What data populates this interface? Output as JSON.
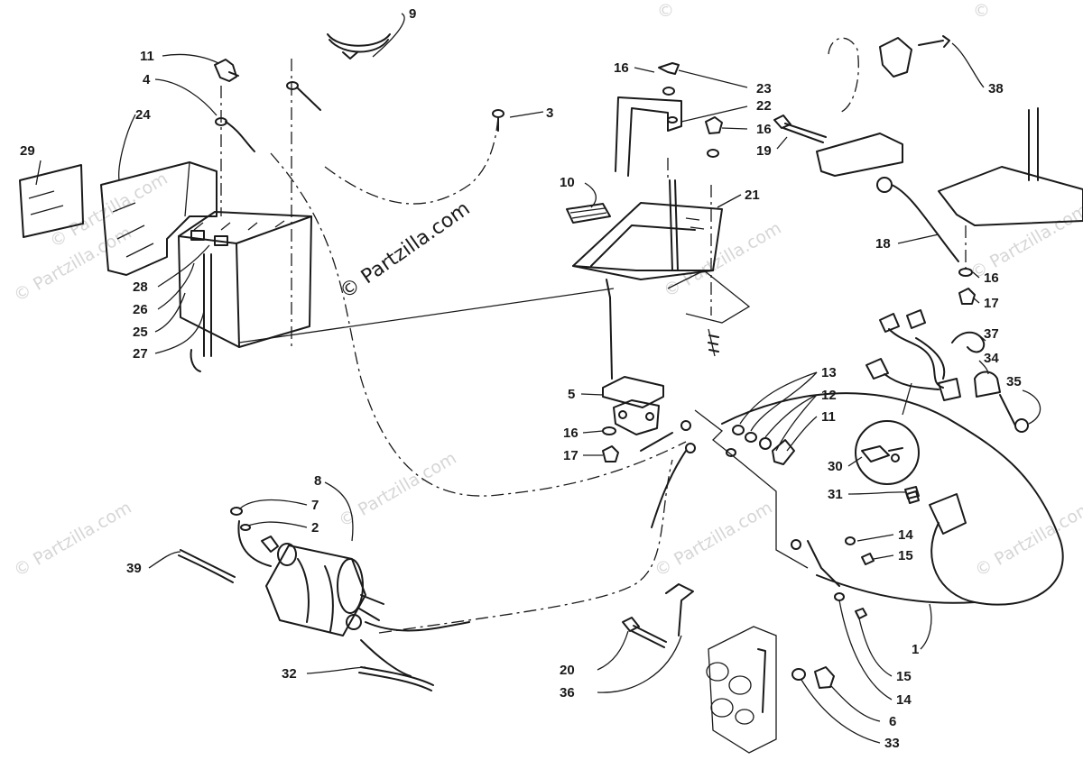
{
  "watermark": {
    "main": "© Partzilla.com",
    "faint": "© Partzilla.com",
    "corner": "©"
  },
  "callouts": [
    {
      "id": "c9",
      "label": "9"
    },
    {
      "id": "c11a",
      "label": "11"
    },
    {
      "id": "c4",
      "label": "4"
    },
    {
      "id": "c3",
      "label": "3"
    },
    {
      "id": "c24",
      "label": "24"
    },
    {
      "id": "c29",
      "label": "29"
    },
    {
      "id": "c28",
      "label": "28"
    },
    {
      "id": "c26",
      "label": "26"
    },
    {
      "id": "c25",
      "label": "25"
    },
    {
      "id": "c27",
      "label": "27"
    },
    {
      "id": "c16a",
      "label": "16"
    },
    {
      "id": "c23",
      "label": "23"
    },
    {
      "id": "c22",
      "label": "22"
    },
    {
      "id": "c16b",
      "label": "16"
    },
    {
      "id": "c19",
      "label": "19"
    },
    {
      "id": "c10",
      "label": "10"
    },
    {
      "id": "c21",
      "label": "21"
    },
    {
      "id": "c38",
      "label": "38"
    },
    {
      "id": "c18",
      "label": "18"
    },
    {
      "id": "c16c",
      "label": "16"
    },
    {
      "id": "c17a",
      "label": "17"
    },
    {
      "id": "c37",
      "label": "37"
    },
    {
      "id": "c34",
      "label": "34"
    },
    {
      "id": "c35",
      "label": "35"
    },
    {
      "id": "c5",
      "label": "5"
    },
    {
      "id": "c16d",
      "label": "16"
    },
    {
      "id": "c17b",
      "label": "17"
    },
    {
      "id": "c13",
      "label": "13"
    },
    {
      "id": "c12",
      "label": "12"
    },
    {
      "id": "c11b",
      "label": "11"
    },
    {
      "id": "c30",
      "label": "30"
    },
    {
      "id": "c31",
      "label": "31"
    },
    {
      "id": "c8",
      "label": "8"
    },
    {
      "id": "c7",
      "label": "7"
    },
    {
      "id": "c2",
      "label": "2"
    },
    {
      "id": "c39",
      "label": "39"
    },
    {
      "id": "c14a",
      "label": "14"
    },
    {
      "id": "c15a",
      "label": "15"
    },
    {
      "id": "c1",
      "label": "1"
    },
    {
      "id": "c15b",
      "label": "15"
    },
    {
      "id": "c14b",
      "label": "14"
    },
    {
      "id": "c20",
      "label": "20"
    },
    {
      "id": "c36",
      "label": "36"
    },
    {
      "id": "c6",
      "label": "6"
    },
    {
      "id": "c32",
      "label": "32"
    },
    {
      "id": "c33",
      "label": "33"
    }
  ]
}
